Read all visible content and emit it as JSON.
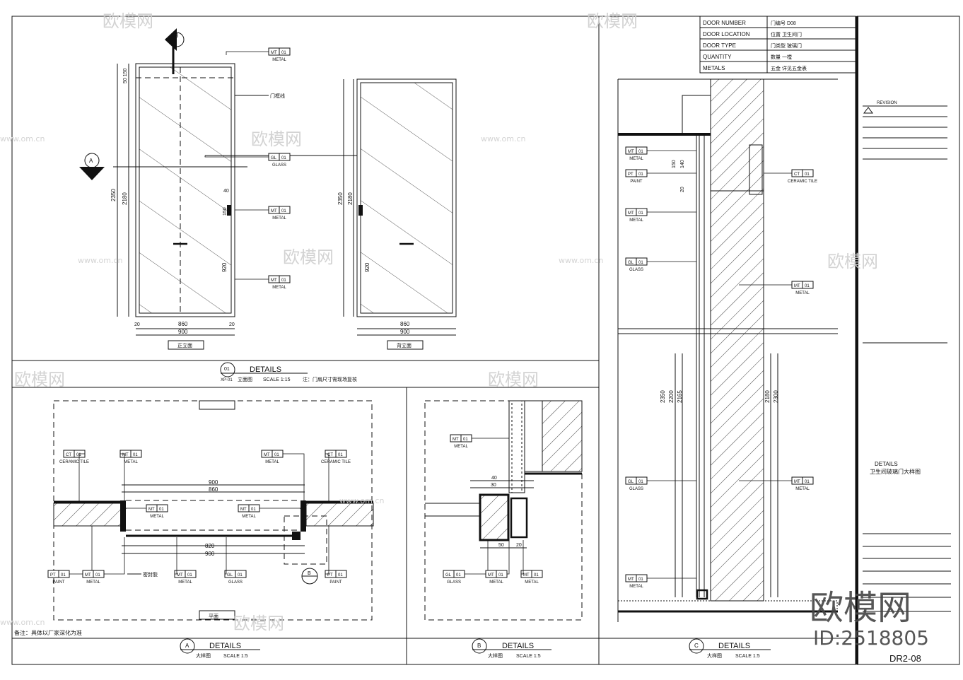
{
  "title_block": {
    "rows": [
      {
        "label": "DOOR NUMBER",
        "value": "门编号 D08"
      },
      {
        "label": "DOOR LOCATION",
        "value": "位置 卫生间门"
      },
      {
        "label": "DOOR TYPE",
        "value": "门类型 玻璃门"
      },
      {
        "label": "QUANTITY",
        "value": "数量 一樘"
      },
      {
        "label": "METALS",
        "value": "五金 详见五金表"
      }
    ],
    "sheet_title_en": "DETAILS",
    "sheet_title_cn": "卫生间玻璃门大样图",
    "drawing_number": "DR2-08",
    "revision_label": "REVISION"
  },
  "panels": {
    "elevations": {
      "ref": "01",
      "title": "DETAILS",
      "sheet": "XP-01",
      "cn": "立面图",
      "scale": "SCALE 1:15",
      "note": "注：门扇尺寸需现场复核",
      "view_label_1": "正立面",
      "view_label_2": "背立面"
    },
    "detail_a": {
      "ref": "A",
      "title": "DETAILS",
      "cn": "大样图",
      "scale": "SCALE 1:5",
      "note": "备注：具体以厂家深化为准",
      "view_label": "平面"
    },
    "detail_b": {
      "ref": "B",
      "title": "DETAILS",
      "cn": "大样图",
      "scale": "SCALE 1:5"
    },
    "detail_c": {
      "ref": "C",
      "title": "DETAILS",
      "cn": "大样图",
      "scale": "SCALE 1:5"
    }
  },
  "dimensions": {
    "door_width": "900",
    "leaf_width": "860",
    "frame": "20",
    "height_total": "2350",
    "height_leaf": "2180",
    "handle_height": "920",
    "top_gap": "50 150",
    "side_40": "40",
    "handle_len": "150",
    "plan_820": "820",
    "plan_900": "900",
    "sec_2200": "2200",
    "sec_2165": "2165",
    "sec_2180": "2180",
    "sec_2300": "2300",
    "sec_2350": "2350",
    "sec_150": "150",
    "sec_140": "140",
    "sec_20": "20",
    "b_40": "40",
    "b_50": "50",
    "b_30": "30",
    "b_20": "20"
  },
  "tags": [
    {
      "code": "MT",
      "num": "01",
      "label": "METAL"
    },
    {
      "code": "GL",
      "num": "01",
      "label": "GLASS"
    },
    {
      "code": "MT",
      "num": "01",
      "label": "METAL"
    },
    {
      "code": "MT",
      "num": "01",
      "label": "METAL"
    },
    {
      "code": "MT",
      "num": "01",
      "label": "METAL"
    },
    {
      "code": "PT",
      "num": "01",
      "label": "PAINT"
    },
    {
      "code": "MT",
      "num": "01",
      "label": "METAL"
    },
    {
      "code": "GL",
      "num": "01",
      "label": "GLASS"
    },
    {
      "code": "CT",
      "num": "01",
      "label": "CERAMIC TILE"
    },
    {
      "code": "MT",
      "num": "01",
      "label": "METAL"
    },
    {
      "code": "GL",
      "num": "01",
      "label": "GLASS"
    },
    {
      "code": "MT",
      "num": "01",
      "label": "METAL"
    },
    {
      "code": "MT",
      "num": "01",
      "label": "METAL"
    },
    {
      "code": "CT",
      "num": "01",
      "label": "CERAMIC TILE"
    },
    {
      "code": "MT",
      "num": "01",
      "label": "METAL"
    },
    {
      "code": "MT",
      "num": "01",
      "label": "METAL"
    },
    {
      "code": "CT",
      "num": "01",
      "label": "CERAMIC TILE"
    },
    {
      "code": "MT",
      "num": "01",
      "label": "METAL"
    },
    {
      "code": "MT",
      "num": "01",
      "label": "METAL"
    },
    {
      "code": "PT",
      "num": "01",
      "label": "PAINT"
    },
    {
      "code": "MT",
      "num": "01",
      "label": "METAL"
    },
    {
      "code": "MT",
      "num": "01",
      "label": "METAL"
    },
    {
      "code": "GL",
      "num": "01",
      "label": "GLASS"
    },
    {
      "code": "PT",
      "num": "01",
      "label": "PAINT"
    },
    {
      "code": "MT",
      "num": "01",
      "label": "METAL"
    },
    {
      "code": "GL",
      "num": "01",
      "label": "GLASS"
    },
    {
      "code": "MT",
      "num": "01",
      "label": "METAL"
    },
    {
      "code": "MT",
      "num": "01",
      "label": "METAL"
    }
  ],
  "callouts": {
    "section_a": "A",
    "section_b": "B",
    "label_door_frame": "门框线",
    "label_sealant": "密封胶"
  },
  "watermark": {
    "brand": "欧模网",
    "id": "ID:2518805",
    "url": "www.om.cn"
  }
}
